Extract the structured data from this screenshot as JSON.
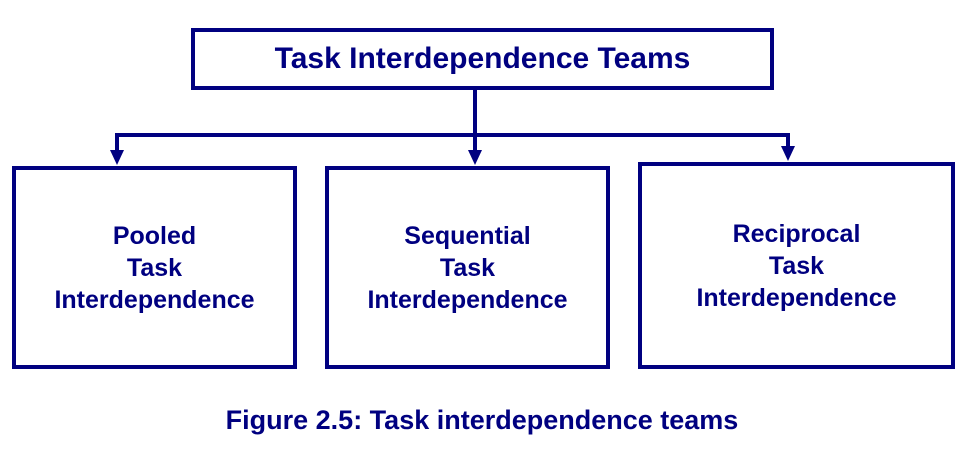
{
  "colors": {
    "primary": "#000080",
    "background": "#ffffff"
  },
  "root": {
    "label": "Task Interdependence Teams"
  },
  "children": [
    {
      "lines": [
        "Pooled",
        "Task",
        "Interdependence"
      ]
    },
    {
      "lines": [
        "Sequential",
        "Task",
        "Interdependence"
      ]
    },
    {
      "lines": [
        "Reciprocal",
        "Task",
        "Interdependence"
      ]
    }
  ],
  "caption": "Figure 2.5: Task interdependence teams"
}
